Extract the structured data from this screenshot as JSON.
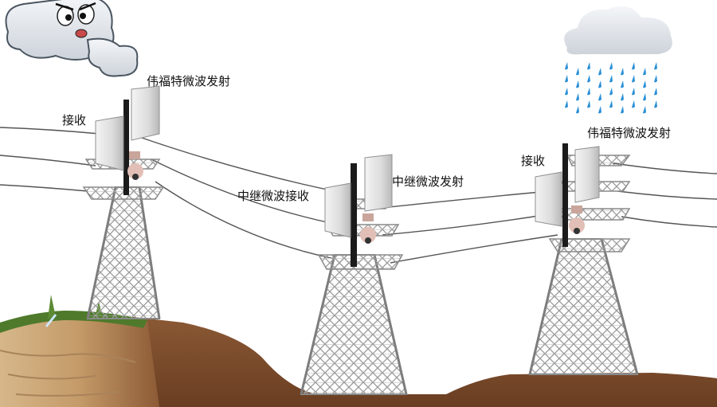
{
  "labels": {
    "tower1_transmit": "伟福特微波发射",
    "tower1_receive": "接收",
    "tower2_relay_receive": "中继微波接收",
    "tower2_relay_transmit": "中继微波发射",
    "tower3_transmit": "伟福特微波发射",
    "tower3_receive": "接收"
  },
  "colors": {
    "ground": "#7a4a2a",
    "grass": "#4f7a2c",
    "tower_steel": "#9a9a9a",
    "antenna": "#d8d8d8",
    "rain": "#2a8fd6",
    "cloud": "#e8edf2",
    "camera": "#e2bfb6"
  },
  "icons": [
    "wind-cloud-icon",
    "rain-cloud-icon",
    "microwave-antenna-icon",
    "dome-camera-icon"
  ]
}
